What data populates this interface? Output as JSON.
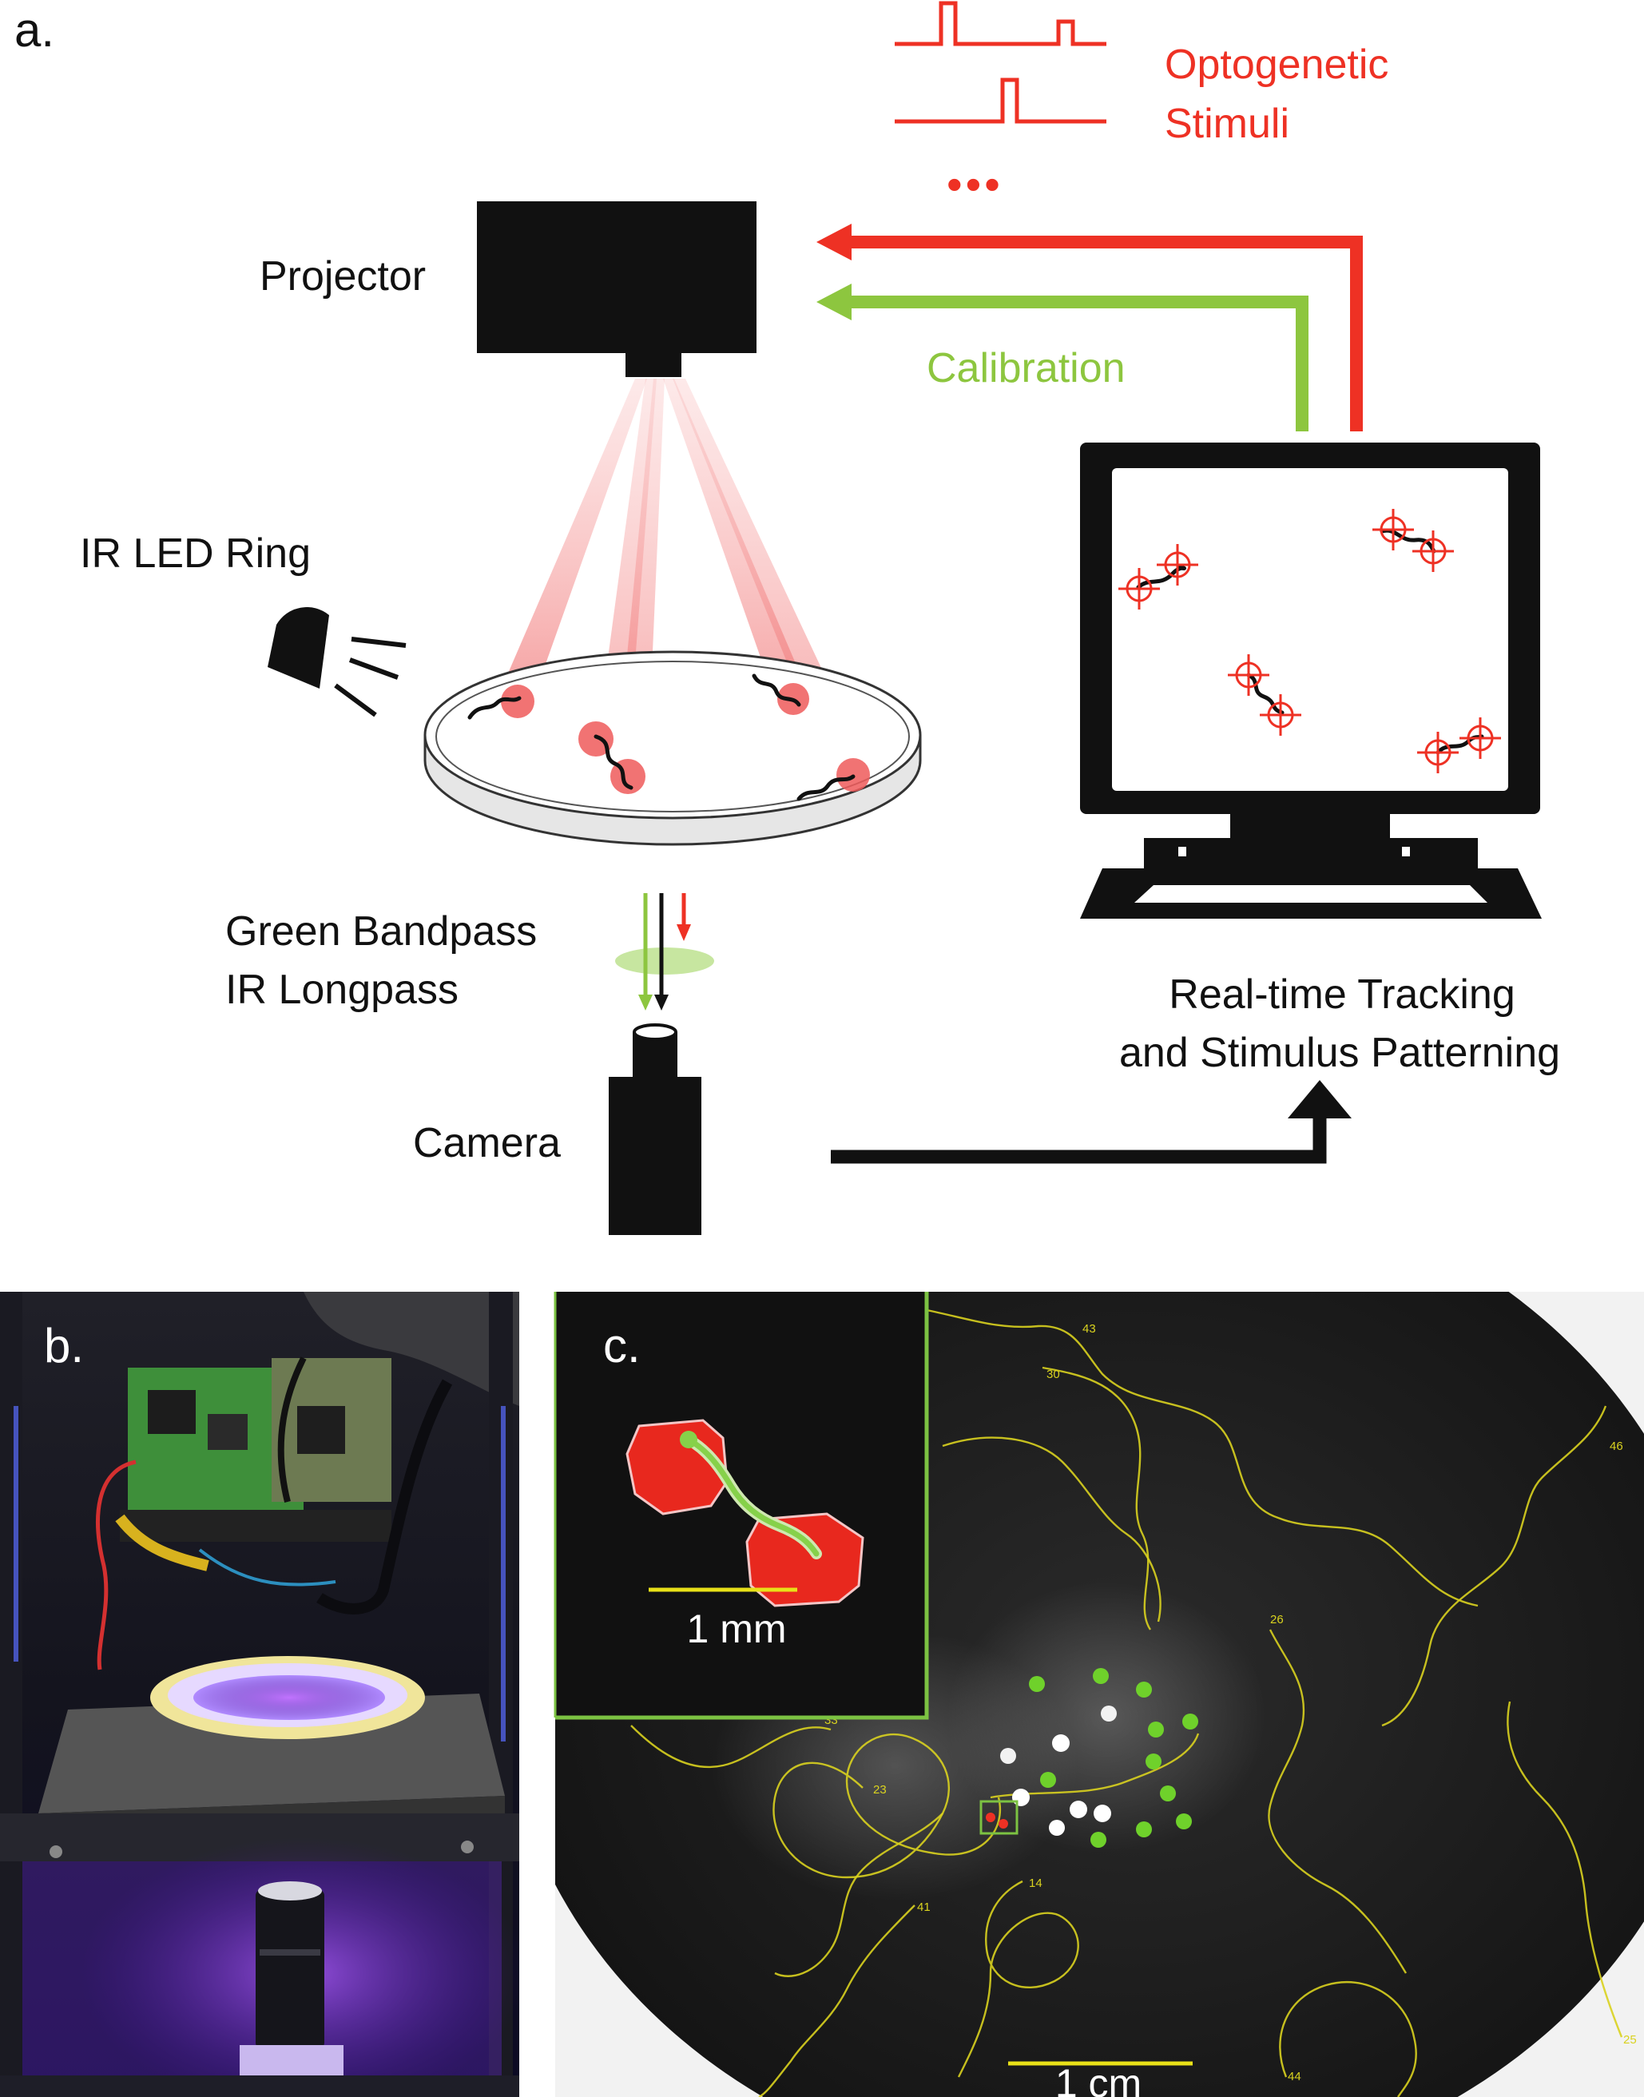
{
  "panel_a": {
    "letter": "a.",
    "projector_label": "Projector",
    "ir_led_label": "IR LED Ring",
    "filter_label_1": "Green Bandpass",
    "filter_label_2": "IR Longpass",
    "camera_label": "Camera",
    "calibration_label": "Calibration",
    "stimuli_label_1": "Optogenetic",
    "stimuli_label_2": "Stimuli",
    "ellipsis": "•••",
    "computer_label_1": "Real-time Tracking",
    "computer_label_2": "and Stimulus Patterning"
  },
  "panel_b": {
    "letter": "b."
  },
  "panel_c": {
    "letter": "c.",
    "inset_scale_label": "1 mm",
    "main_scale_label": "1 cm",
    "track_ids": [
      "43",
      "30",
      "46",
      "26",
      "23",
      "33",
      "41",
      "14",
      "44",
      "25"
    ]
  },
  "colors": {
    "stimulus_red": "#ee3124",
    "calibration_green": "#8dc63f",
    "black": "#111111",
    "track_yellow": "#d9d21f",
    "inset_border_green": "#7cc242"
  }
}
